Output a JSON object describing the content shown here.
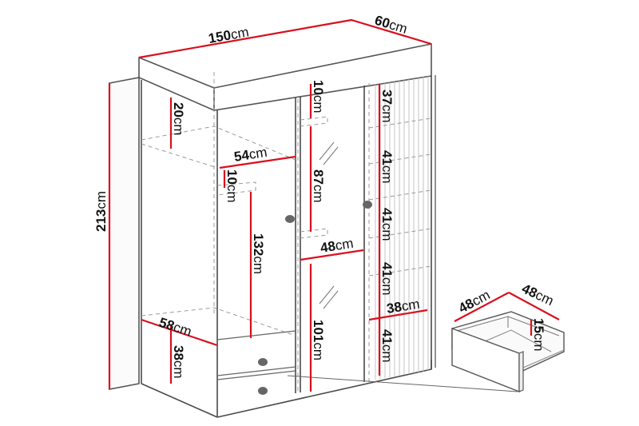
{
  "diagram": {
    "title": "Wardrobe dimension drawing",
    "colors": {
      "dimension_line": "#d9101e",
      "outline": "#4a4a4a",
      "dashed": "#9a9a9a",
      "text": "#111111",
      "background": "#ffffff"
    },
    "unit": "cm",
    "overall": {
      "width": {
        "value": "150",
        "unit": "cm"
      },
      "depth": {
        "value": "60",
        "unit": "cm"
      },
      "height": {
        "value": "213",
        "unit": "cm"
      }
    },
    "left_section": {
      "top_shelf_gap": {
        "value": "20",
        "unit": "cm"
      },
      "bottom_shelf_width": {
        "value": "58",
        "unit": "cm"
      },
      "bottom_compartment_height": {
        "value": "38",
        "unit": "cm"
      }
    },
    "middle_section": {
      "shelf_depth": {
        "value": "54",
        "unit": "cm"
      },
      "rail_offset": {
        "value": "10",
        "unit": "cm"
      },
      "hanging_height": {
        "value": "132",
        "unit": "cm"
      }
    },
    "mirror_section": {
      "top_gap": {
        "value": "10",
        "unit": "cm"
      },
      "upper_height": {
        "value": "87",
        "unit": "cm"
      },
      "shelf_depth": {
        "value": "48",
        "unit": "cm"
      },
      "lower_height": {
        "value": "101",
        "unit": "cm"
      }
    },
    "right_section": {
      "top_shelf": {
        "value": "37",
        "unit": "cm"
      },
      "shelf_2": {
        "value": "41",
        "unit": "cm"
      },
      "shelf_3": {
        "value": "41",
        "unit": "cm"
      },
      "shelf_4": {
        "value": "41",
        "unit": "cm"
      },
      "shelf_5": {
        "value": "41",
        "unit": "cm"
      },
      "shelf_depth": {
        "value": "38",
        "unit": "cm"
      }
    },
    "drawer_detail": {
      "width": {
        "value": "48",
        "unit": "cm"
      },
      "depth": {
        "value": "48",
        "unit": "cm"
      },
      "height": {
        "value": "15",
        "unit": "cm"
      }
    }
  }
}
